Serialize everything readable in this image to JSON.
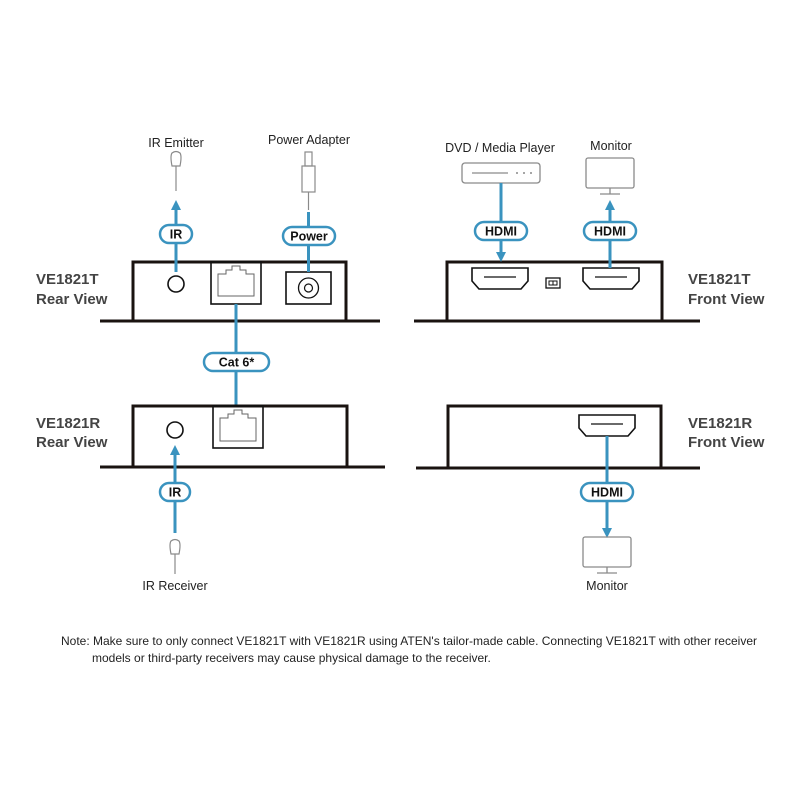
{
  "title": "VE1821 connection diagram",
  "colors": {
    "cable": "#3a93bf",
    "device_outline": "#1a1310",
    "peripheral": "#8a8a8a",
    "view_label": "#444444"
  },
  "views": {
    "t_rear": {
      "model": "VE1821T",
      "view": "Rear View"
    },
    "t_front": {
      "model": "VE1821T",
      "view": "Front View"
    },
    "r_rear": {
      "model": "VE1821R",
      "view": "Rear View"
    },
    "r_front": {
      "model": "VE1821R",
      "view": "Front View"
    }
  },
  "peripherals": {
    "ir_emitter": "IR Emitter",
    "power_adapter": "Power Adapter",
    "dvd_player": "DVD / Media Player",
    "monitor_top": "Monitor",
    "ir_receiver": "IR Receiver",
    "monitor_bottom": "Monitor"
  },
  "cables": {
    "ir_top": "IR",
    "power": "Power",
    "cat6": "Cat 6*",
    "hdmi_in": "HDMI",
    "hdmi_out_top": "HDMI",
    "ir_bottom": "IR",
    "hdmi_out_bottom": "HDMI"
  },
  "note": {
    "line1": "Note: Make sure to only connect VE1821T with VE1821R using ATEN's tailor-made cable. Connecting VE1821T with other receiver",
    "line2": "models or third-party receivers may cause physical damage to the receiver."
  }
}
